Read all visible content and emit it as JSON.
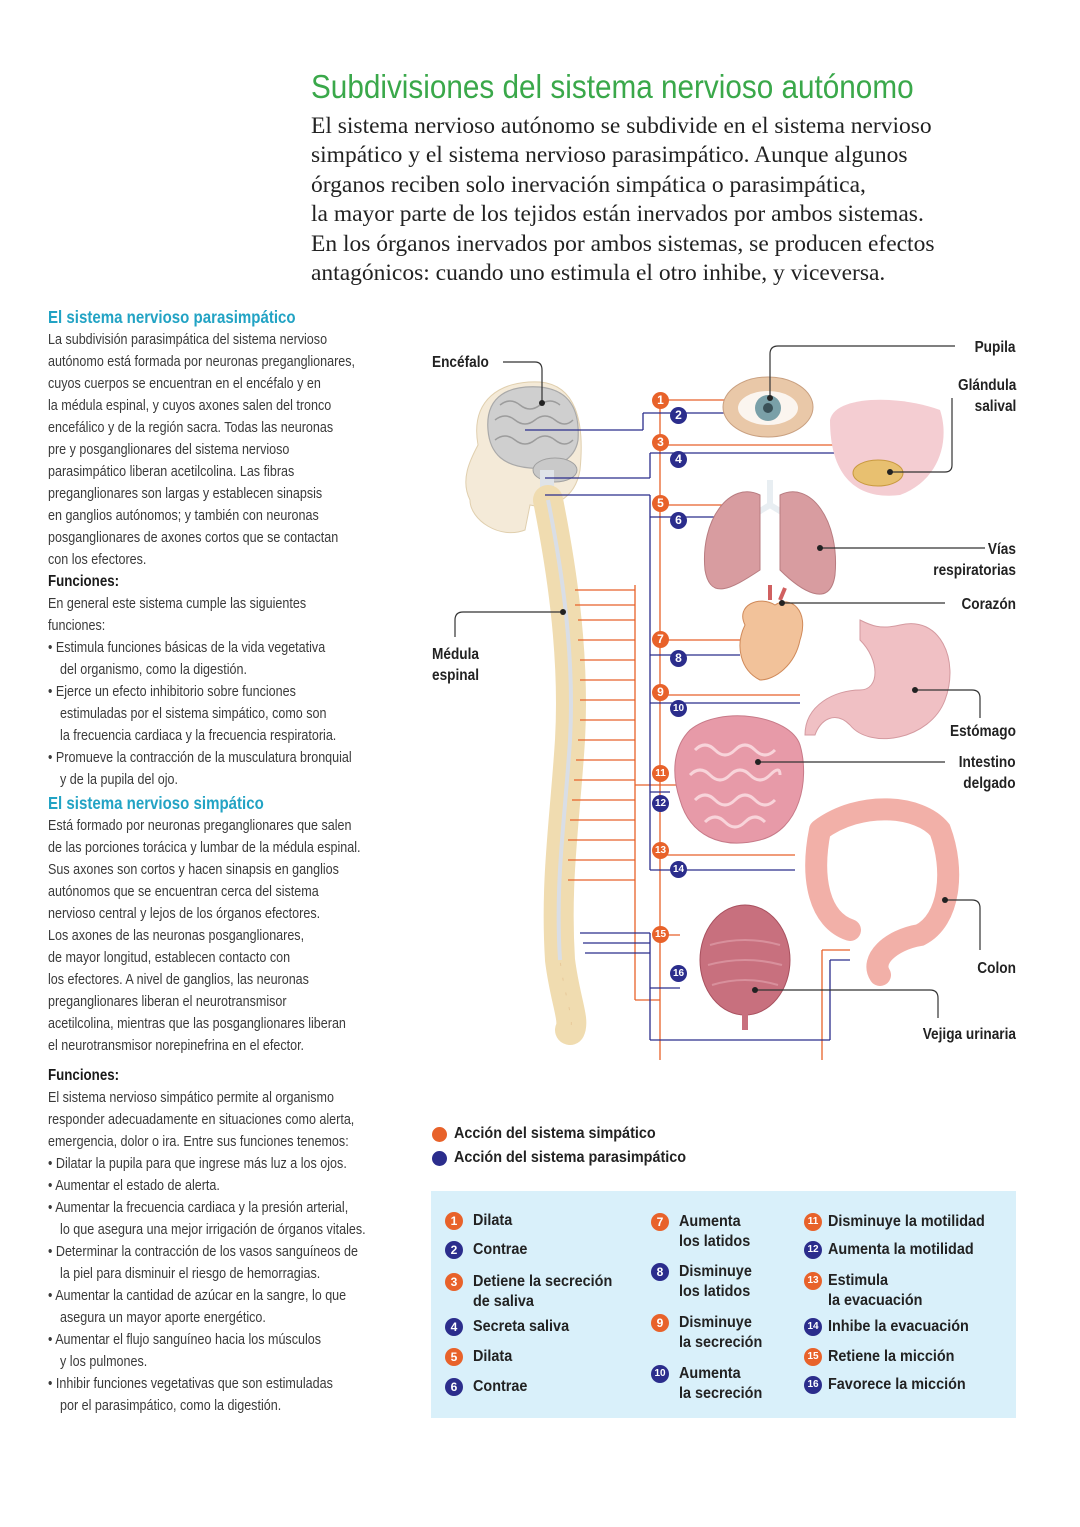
{
  "header": {
    "title": "Subdivisiones del sistema nervioso autónomo",
    "intro_lines": [
      "El sistema nervioso autónomo se subdivide en el sistema nervioso",
      "simpático y el sistema nervioso parasimpático. Aunque algunos",
      "órganos reciben solo inervación simpática o parasimpática,",
      "la mayor parte de los tejidos están inervados por ambos sistemas.",
      "En los órganos inervados por ambos sistemas, se producen efectos",
      "antagónicos: cuando uno estimula el otro inhibe, y viceversa."
    ]
  },
  "parasympathetic": {
    "heading": "El sistema nervioso parasimpático",
    "body_lines": [
      "La subdivisión parasimpática del sistema nervioso",
      "autónomo está formada por neuronas preganglionares,",
      "cuyos cuerpos se encuentran en el encéfalo y en",
      "la médula espinal, y cuyos axones salen del tronco",
      "encefálico y de la región sacra. Todas las neuronas",
      "pre y posganglionares del sistema nervioso",
      "parasimpático liberan acetilcolina. Las fibras",
      "preganglionares son largas y establecen sinapsis",
      "en ganglios autónomos; y también con neuronas",
      "posganglionares de axones cortos que se contactan",
      "con los efectores."
    ],
    "functions_heading": "Funciones:",
    "functions_intro_lines": [
      "En general este sistema cumple las siguientes",
      "funciones:"
    ],
    "functions": [
      [
        "Estimula funciones básicas de la vida vegetativa",
        "del organismo, como la digestión."
      ],
      [
        "Ejerce un efecto inhibitorio sobre funciones",
        "estimuladas por el sistema simpático, como son",
        "la frecuencia cardiaca y la frecuencia respiratoria."
      ],
      [
        "Promueve la contracción de la musculatura bronquial",
        "y de la pupila del ojo."
      ]
    ]
  },
  "sympathetic": {
    "heading": "El sistema nervioso simpático",
    "body_lines": [
      "Está formado por neuronas preganglionares que salen",
      "de las porciones torácica y lumbar de la médula espinal.",
      "Sus axones son cortos y hacen sinapsis en ganglios",
      "autónomos que se encuentran cerca del sistema",
      "nervioso central y lejos de los órganos efectores.",
      "Los axones de las neuronas posganglionares,",
      "de mayor longitud, establecen contacto con",
      "los efectores. A nivel de ganglios, las neuronas",
      "preganglionares liberan el neurotransmisor",
      "acetilcolina, mientras que las posganglionares liberan",
      "el neurotransmisor norepinefrina en el efector."
    ],
    "functions_heading": "Funciones:",
    "functions_intro_lines": [
      "El sistema nervioso simpático permite al organismo",
      "responder adecuadamente en situaciones como alerta,",
      "emergencia, dolor o ira.  Entre  sus funciones tenemos:"
    ],
    "functions": [
      [
        "Dilatar la pupila para que ingrese más luz a los ojos."
      ],
      [
        "Aumentar el estado de alerta."
      ],
      [
        "Aumentar la frecuencia cardiaca y la presión arterial,",
        "lo que asegura una mejor irrigación de órganos vitales."
      ],
      [
        "Determinar la contracción de los vasos sanguíneos de",
        "la piel para disminuir el riesgo de hemorragias."
      ],
      [
        "Aumentar la cantidad de azúcar en la sangre, lo que",
        "asegura un mayor aporte energético."
      ],
      [
        "Aumentar el flujo sanguíneo hacia los músculos",
        "y los pulmones."
      ],
      [
        "Inhibir funciones vegetativas que son estimuladas",
        "por el parasimpático, como la digestión."
      ]
    ]
  },
  "diagram": {
    "labels": {
      "encefalo": "Encéfalo",
      "medula": "Médula\nespinal",
      "pupila": "Pupila",
      "glandula": "Glándula\nsalival",
      "vias": "Vías\nrespiratorias",
      "corazon": "Corazón",
      "estomago": "Estómago",
      "intestino": "Intestino\ndelgado",
      "colon": "Colon",
      "vejiga": "Vejiga urinaria"
    },
    "badges": [
      "1",
      "2",
      "3",
      "4",
      "5",
      "6",
      "7",
      "8",
      "9",
      "10",
      "11",
      "12",
      "13",
      "14",
      "15",
      "16"
    ]
  },
  "legend": {
    "sympathetic_label": "Acción del sistema simpático",
    "parasympathetic_label": "Acción del sistema parasimpático",
    "sympathetic_color": "#e8622a",
    "parasympathetic_color": "#2b2d8c"
  },
  "key": [
    {
      "n": "1",
      "text": "Dilata",
      "system": "s"
    },
    {
      "n": "2",
      "text": "Contrae",
      "system": "p"
    },
    {
      "n": "3",
      "text": "Detiene la secreción\nde saliva",
      "system": "s"
    },
    {
      "n": "4",
      "text": "Secreta saliva",
      "system": "p"
    },
    {
      "n": "5",
      "text": "Dilata",
      "system": "s"
    },
    {
      "n": "6",
      "text": "Contrae",
      "system": "p"
    },
    {
      "n": "7",
      "text": "Aumenta\nlos latidos",
      "system": "s"
    },
    {
      "n": "8",
      "text": "Disminuye\nlos latidos",
      "system": "p"
    },
    {
      "n": "9",
      "text": "Disminuye\nla secreción",
      "system": "s"
    },
    {
      "n": "10",
      "text": "Aumenta\nla secreción",
      "system": "p"
    },
    {
      "n": "11",
      "text": "Disminuye la motilidad",
      "system": "s"
    },
    {
      "n": "12",
      "text": "Aumenta la motilidad",
      "system": "p"
    },
    {
      "n": "13",
      "text": "Estimula\nla evacuación",
      "system": "s"
    },
    {
      "n": "14",
      "text": "Inhibe la evacuación",
      "system": "p"
    },
    {
      "n": "15",
      "text": "Retiene la micción",
      "system": "s"
    },
    {
      "n": "16",
      "text": "Favorece la micción",
      "system": "p"
    }
  ]
}
